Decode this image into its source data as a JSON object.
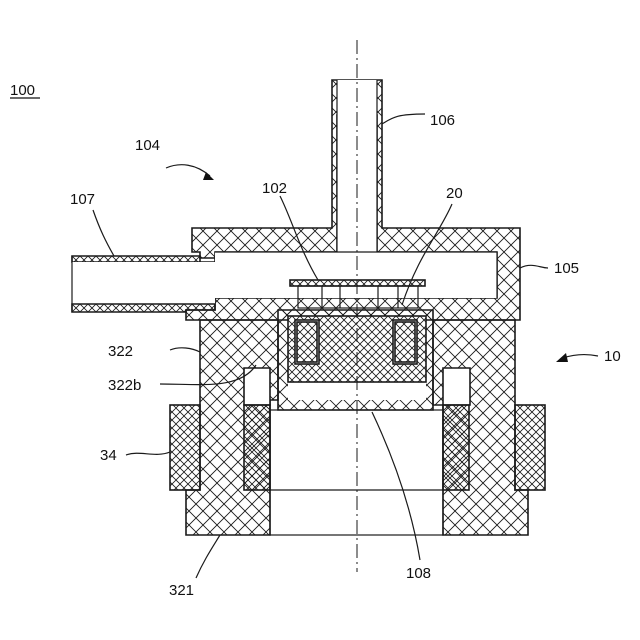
{
  "figure_label": "100",
  "labels": {
    "l106": "106",
    "l104": "104",
    "l107": "107",
    "l102": "102",
    "l20": "20",
    "l105": "105",
    "l322": "322",
    "l10": "10",
    "l322b": "322b",
    "l34": "34",
    "l108": "108",
    "l321": "321"
  },
  "colors": {
    "line": "#1a1a1a",
    "background": "#ffffff"
  }
}
